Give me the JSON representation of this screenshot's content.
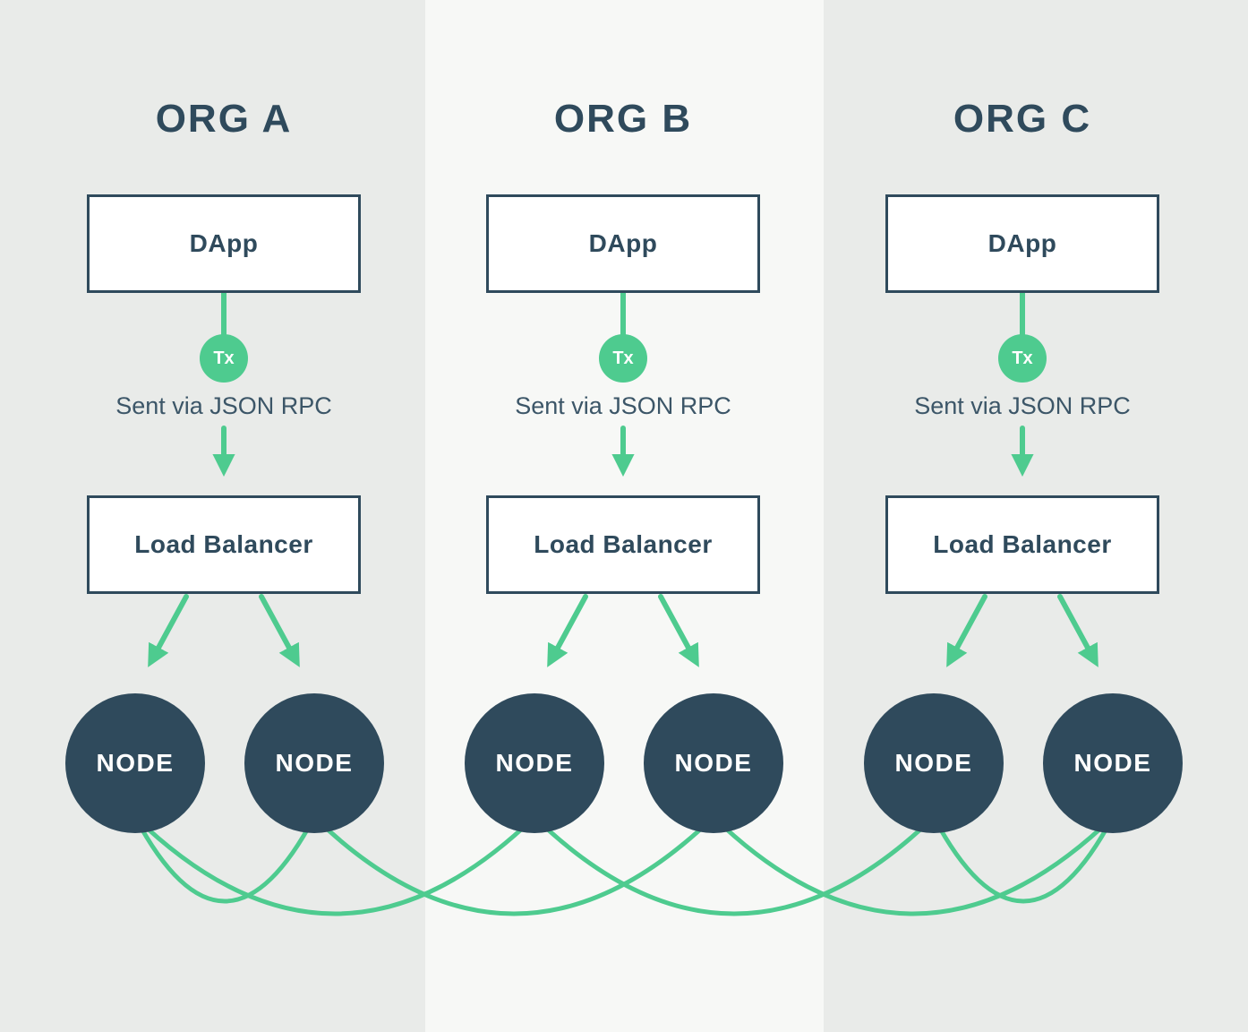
{
  "diagram": {
    "orgs": [
      {
        "title": "ORG A",
        "dapp_label": "DApp",
        "tx_label": "Tx",
        "rpc_caption": "Sent via JSON RPC",
        "load_balancer_label": "Load Balancer",
        "nodes": [
          "NODE",
          "NODE"
        ]
      },
      {
        "title": "ORG B",
        "dapp_label": "DApp",
        "tx_label": "Tx",
        "rpc_caption": "Sent via JSON RPC",
        "load_balancer_label": "Load Balancer",
        "nodes": [
          "NODE",
          "NODE"
        ]
      },
      {
        "title": "ORG C",
        "dapp_label": "DApp",
        "tx_label": "Tx",
        "rpc_caption": "Sent via JSON RPC",
        "load_balancer_label": "Load Balancer",
        "nodes": [
          "NODE",
          "NODE"
        ]
      }
    ],
    "node_mesh_connections": [
      [
        "A1",
        "A2"
      ],
      [
        "A1",
        "B1"
      ],
      [
        "A2",
        "B2"
      ],
      [
        "B1",
        "C1"
      ],
      [
        "B2",
        "C2"
      ],
      [
        "C1",
        "C2"
      ]
    ],
    "colors": {
      "accent_green": "#4ecb8f",
      "slate": "#2f4a5c",
      "panel_middle": "#f7f8f6",
      "panel_outer": "#e9ebe9",
      "box_background": "#ffffff"
    }
  }
}
